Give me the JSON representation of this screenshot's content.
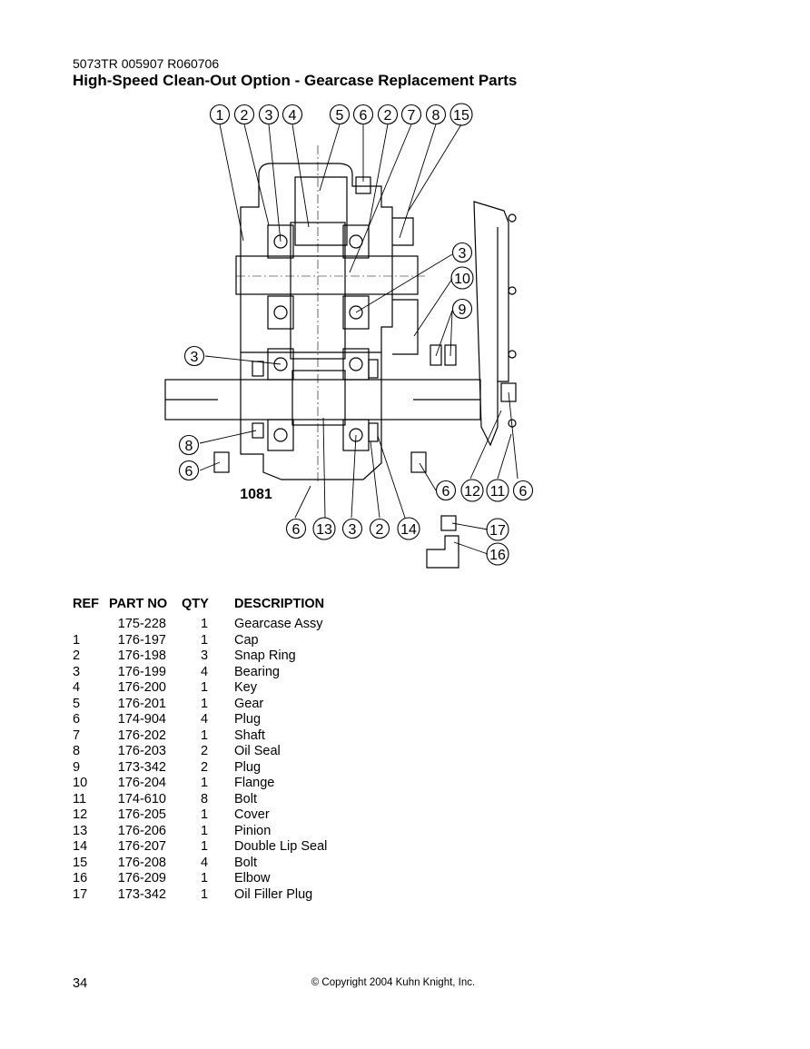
{
  "header": {
    "doc_code": "5073TR 005907 R060706",
    "title": "High-Speed Clean-Out Option - Gearcase Replacement Parts"
  },
  "diagram": {
    "figure_id": "1081",
    "callouts_top": [
      "1",
      "2",
      "3",
      "4",
      "5",
      "6",
      "2",
      "7",
      "8",
      "15"
    ],
    "callouts_right": [
      "3",
      "10",
      "9"
    ],
    "callouts_left": [
      "3",
      "8",
      "6"
    ],
    "callouts_lower_right": [
      "6",
      "12",
      "11",
      "6"
    ],
    "callouts_bottom": [
      "6",
      "13",
      "3",
      "2",
      "14"
    ],
    "callouts_fittings": [
      "17",
      "16"
    ]
  },
  "table": {
    "headers": {
      "ref": "REF",
      "part": "PART NO",
      "qty": "QTY",
      "desc": "DESCRIPTION"
    },
    "rows": [
      {
        "ref": "",
        "part": "175-228",
        "qty": "1",
        "desc": "Gearcase Assy"
      },
      {
        "ref": "1",
        "part": "176-197",
        "qty": "1",
        "desc": "Cap"
      },
      {
        "ref": "2",
        "part": "176-198",
        "qty": "3",
        "desc": "Snap Ring"
      },
      {
        "ref": "3",
        "part": "176-199",
        "qty": "4",
        "desc": "Bearing"
      },
      {
        "ref": "4",
        "part": "176-200",
        "qty": "1",
        "desc": "Key"
      },
      {
        "ref": "5",
        "part": "176-201",
        "qty": "1",
        "desc": "Gear"
      },
      {
        "ref": "6",
        "part": "174-904",
        "qty": "4",
        "desc": "Plug"
      },
      {
        "ref": "7",
        "part": "176-202",
        "qty": "1",
        "desc": "Shaft"
      },
      {
        "ref": "8",
        "part": "176-203",
        "qty": "2",
        "desc": "Oil Seal"
      },
      {
        "ref": "9",
        "part": "173-342",
        "qty": "2",
        "desc": "Plug"
      },
      {
        "ref": "10",
        "part": "176-204",
        "qty": "1",
        "desc": "Flange"
      },
      {
        "ref": "11",
        "part": "174-610",
        "qty": "8",
        "desc": "Bolt"
      },
      {
        "ref": "12",
        "part": "176-205",
        "qty": "1",
        "desc": "Cover"
      },
      {
        "ref": "13",
        "part": "176-206",
        "qty": "1",
        "desc": "Pinion"
      },
      {
        "ref": "14",
        "part": "176-207",
        "qty": "1",
        "desc": "Double Lip Seal"
      },
      {
        "ref": "15",
        "part": "176-208",
        "qty": "4",
        "desc": "Bolt"
      },
      {
        "ref": "16",
        "part": "176-209",
        "qty": "1",
        "desc": "Elbow"
      },
      {
        "ref": "17",
        "part": "173-342",
        "qty": "1",
        "desc": "Oil Filler Plug"
      }
    ]
  },
  "footer": {
    "page_number": "34",
    "copyright": "© Copyright 2004 Kuhn Knight, Inc."
  }
}
